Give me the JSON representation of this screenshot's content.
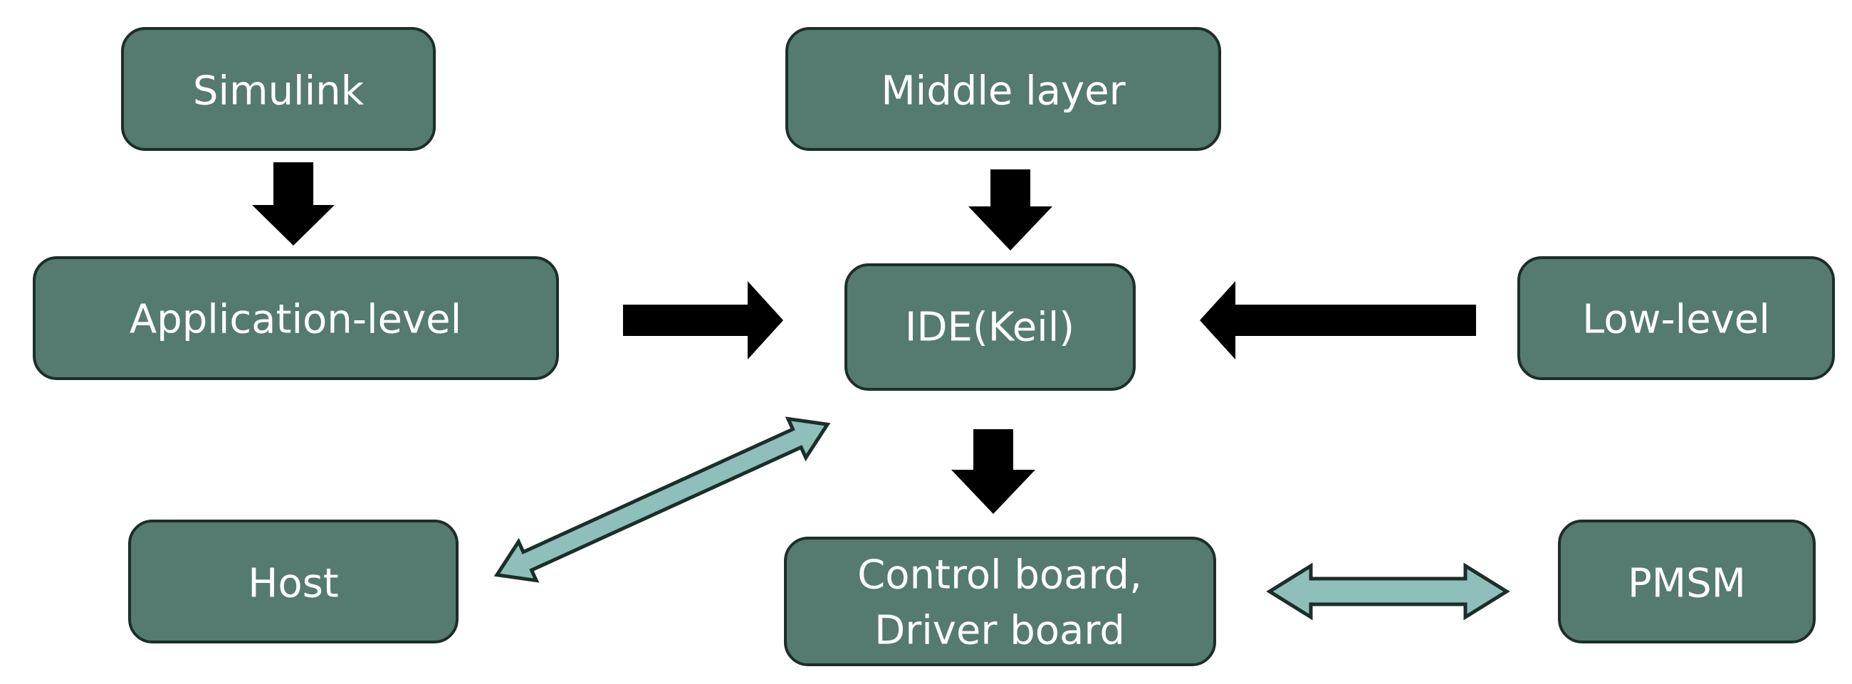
{
  "nodes": {
    "simulink": {
      "label": "Simulink"
    },
    "middle_layer": {
      "label": "Middle layer"
    },
    "application_level": {
      "label": "Application-level"
    },
    "ide_keil": {
      "label": "IDE(Keil)"
    },
    "low_level": {
      "label": "Low-level"
    },
    "host": {
      "label": "Host"
    },
    "control_board": {
      "line1": "Control board,",
      "line2": "Driver board"
    },
    "pmsm": {
      "label": "PMSM"
    }
  },
  "colors": {
    "node_fill": "#557a70",
    "node_border": "#1c2e29",
    "node_text": "#ffffff",
    "solid_arrow": "#000000",
    "double_arrow_fill": "#8ebfba"
  },
  "edges": [
    {
      "from": "simulink",
      "to": "application_level",
      "style": "solid-arrow"
    },
    {
      "from": "middle_layer",
      "to": "ide_keil",
      "style": "solid-arrow"
    },
    {
      "from": "application_level",
      "to": "ide_keil",
      "style": "solid-arrow"
    },
    {
      "from": "low_level",
      "to": "ide_keil",
      "style": "solid-arrow"
    },
    {
      "from": "ide_keil",
      "to": "control_board",
      "style": "solid-arrow"
    },
    {
      "from": "host",
      "to": "ide_keil",
      "style": "double-arrow"
    },
    {
      "from": "control_board",
      "to": "pmsm",
      "style": "double-arrow"
    }
  ]
}
